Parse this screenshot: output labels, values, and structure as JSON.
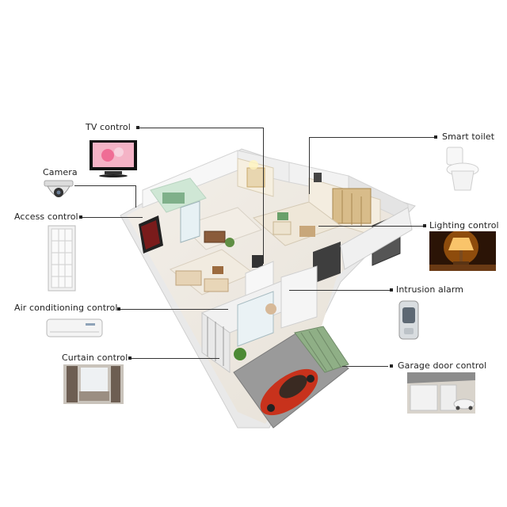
{
  "labels": {
    "tv": "TV control",
    "camera": "Camera",
    "access": "Access control",
    "aircon": "Air conditioning control",
    "curtain": "Curtain control",
    "toilet": "Smart toilet",
    "lighting": "Lighting control",
    "intrusion": "Intrusion alarm",
    "garage": "Garage door control"
  }
}
